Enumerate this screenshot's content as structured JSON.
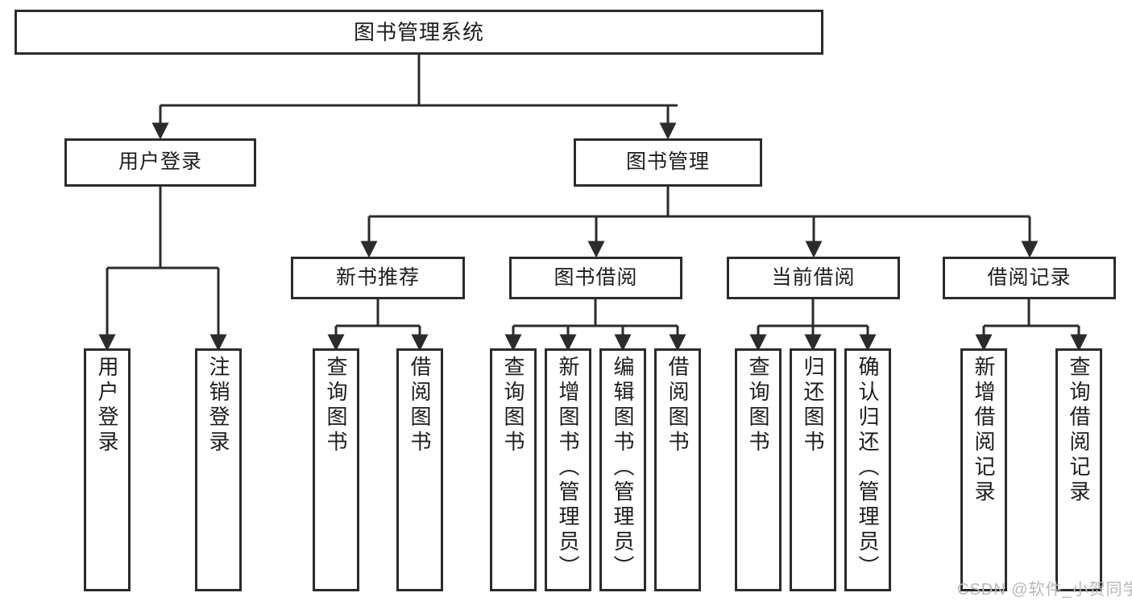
{
  "diagram": {
    "title": "图书管理系统",
    "watermark": "CSDN @软件_小贺同学",
    "colors": {
      "stroke": "#2b2b2b",
      "box_fill": "#ffffff",
      "text": "#1d1d1d",
      "watermark": "#b8b8b8",
      "background": "#ffffff"
    },
    "root": {
      "label": "图书管理系统"
    },
    "level2": [
      {
        "label": "用户登录"
      },
      {
        "label": "图书管理"
      }
    ],
    "level3": [
      {
        "label": "新书推荐"
      },
      {
        "label": "图书借阅"
      },
      {
        "label": "当前借阅"
      },
      {
        "label": "借阅记录"
      }
    ],
    "leaves": {
      "user_login": [
        {
          "label": "用户登录"
        },
        {
          "label": "注销登录"
        }
      ],
      "new_book_recommend": [
        {
          "label": "查询图书"
        },
        {
          "label": "借阅图书"
        }
      ],
      "book_borrow": [
        {
          "label": "查询图书"
        },
        {
          "label": "新增图书（管理员）"
        },
        {
          "label": "编辑图书（管理员）"
        },
        {
          "label": "借阅图书"
        }
      ],
      "current_borrow": [
        {
          "label": "查询图书"
        },
        {
          "label": "归还图书"
        },
        {
          "label": "确认归还（管理员）"
        }
      ],
      "borrow_record": [
        {
          "label": "新增借阅记录"
        },
        {
          "label": "查询借阅记录"
        }
      ]
    }
  }
}
